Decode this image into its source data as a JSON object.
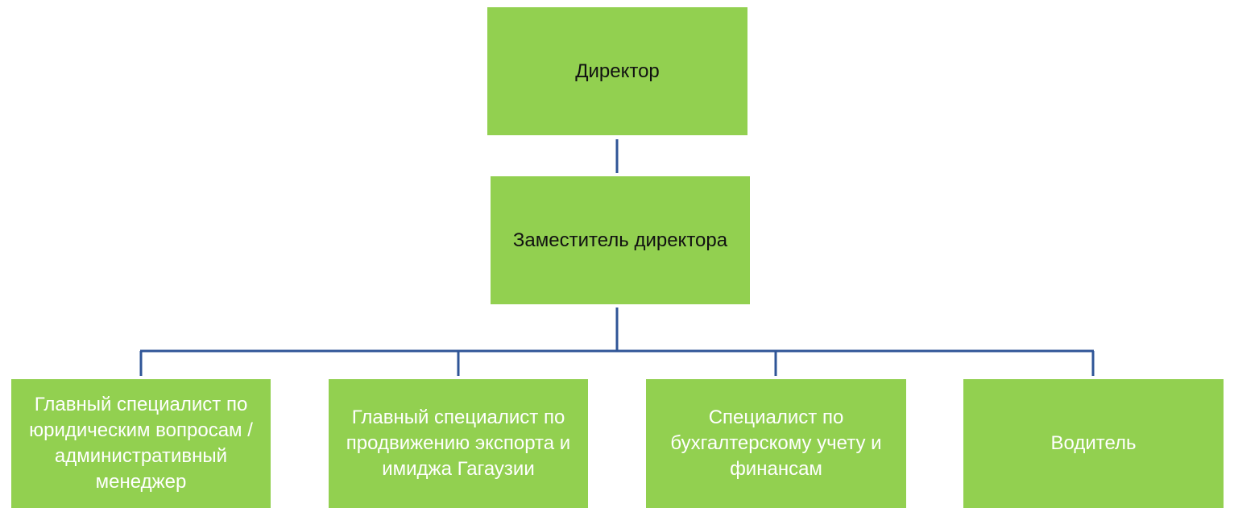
{
  "org_chart": {
    "director": "Директор",
    "deputy": "Заместитель директора",
    "subordinates": [
      "Главный специалист по юридическим вопросам / административный менеджер",
      "Главный специалист по продвижению экспорта и имиджа Гагаузии",
      "Специалист по бухгалтерскому учету и финансам",
      "Водитель"
    ]
  },
  "colors": {
    "box_fill": "#92d050",
    "connector": "#2f5597",
    "top_text": "#111111",
    "bottom_text": "#ffffff"
  }
}
